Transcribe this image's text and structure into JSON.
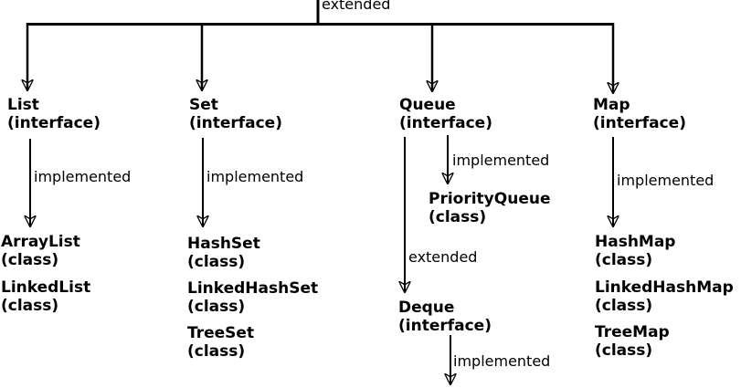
{
  "colors": {
    "background": "#ffffff",
    "line": "#000000",
    "text": "#000000"
  },
  "nodes": {
    "list": {
      "title": "List",
      "kind": "(interface)"
    },
    "set": {
      "title": "Set",
      "kind": "(interface)"
    },
    "queue": {
      "title": "Queue",
      "kind": "(interface)"
    },
    "map": {
      "title": "Map",
      "kind": "(interface)"
    },
    "arraylist": {
      "title": "ArrayList",
      "kind": "(class)"
    },
    "linkedlist": {
      "title": "LinkedList",
      "kind": "(class)"
    },
    "hashset": {
      "title": "HashSet",
      "kind": "(class)"
    },
    "linkedhashset": {
      "title": "LinkedHashSet",
      "kind": "(class)"
    },
    "treeset": {
      "title": "TreeSet",
      "kind": "(class)"
    },
    "priorityqueue": {
      "title": "PriorityQueue",
      "kind": "(class)"
    },
    "deque": {
      "title": "Deque",
      "kind": "(interface)"
    },
    "hashmap": {
      "title": "HashMap",
      "kind": "(class)"
    },
    "linkedhashmap": {
      "title": "LinkedHashMap",
      "kind": "(class)"
    },
    "treemap": {
      "title": "TreeMap",
      "kind": "(class)"
    }
  },
  "edge_labels": {
    "root_extended": "extended",
    "list_implemented": "implemented",
    "set_implemented": "implemented",
    "queue_implemented": "implemented",
    "queue_extended": "extended",
    "map_implemented": "implemented",
    "deque_implemented": "implemented"
  }
}
